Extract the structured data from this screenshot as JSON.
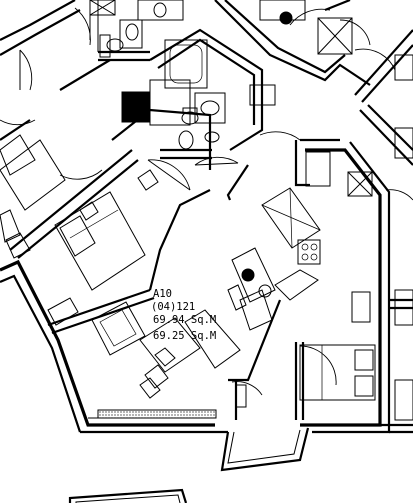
{
  "unit": {
    "name": "A10",
    "code": "(04)121",
    "area_1": "69.94 Sq.M",
    "area_2": "69.25 Sq.M"
  }
}
